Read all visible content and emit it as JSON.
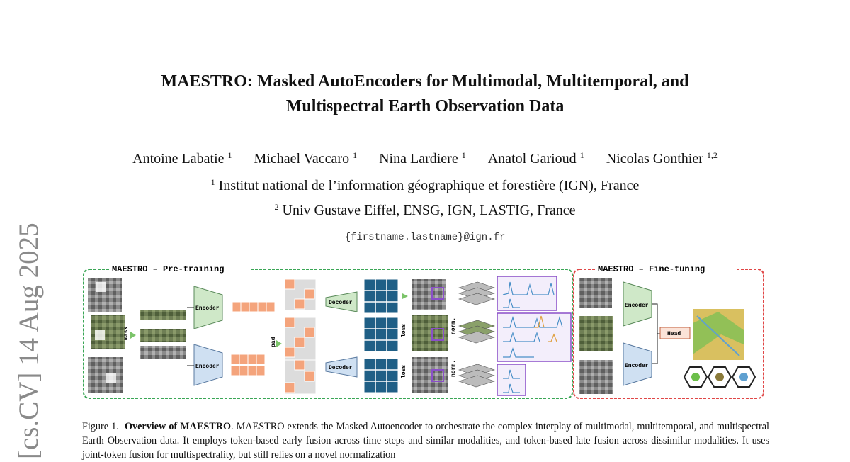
{
  "side_id": "[cs.CV]  14 Aug 2025",
  "title": {
    "line1": "MAESTRO: Masked AutoEncoders for Multimodal, Multitemporal, and",
    "line2": "Multispectral Earth Observation Data"
  },
  "authors": [
    {
      "name": "Antoine Labatie",
      "aff": "1"
    },
    {
      "name": "Michael Vaccaro",
      "aff": "1"
    },
    {
      "name": "Nina Lardiere",
      "aff": "1"
    },
    {
      "name": "Anatol Garioud",
      "aff": "1"
    },
    {
      "name": "Nicolas Gonthier",
      "aff": "1,2"
    }
  ],
  "affiliations": [
    {
      "num": "1",
      "text": "Institut national de l’information géographique et forestière (IGN), France"
    },
    {
      "num": "2",
      "text": "Univ Gustave Eiffel, ENSG, IGN, LASTIG, France"
    }
  ],
  "email": "{firstname.lastname}@ign.fr",
  "figure": {
    "pretrain_label": "MAESTRO – Pre-training",
    "finetune_label": "MAESTRO – Fine-tuning",
    "encoder": "Encoder",
    "decoder": "Decoder",
    "head": "Head",
    "mask": "mask",
    "pad": "pad",
    "loss": "loss",
    "norm": "norm.",
    "colors": {
      "pretrain_border": "#3aa655",
      "finetune_border": "#e04646",
      "encoder_fill": "#cfe8c8",
      "encoder_fill2": "#cfe0f2",
      "token": "#f4a47c",
      "decoder_out": "#1f5f86"
    }
  },
  "caption": {
    "prefix": "Figure 1.",
    "bold": "Overview of MAESTRO",
    "text": ". MAESTRO extends the Masked Autoencoder to orchestrate the complex interplay of multimodal, multitemporal, and multispectral Earth Observation data. It employs token-based early fusion across time steps and similar modalities, and token-based late fusion across dissimilar modalities. It uses joint-token fusion for multispectrality, but still relies on a novel normalization"
  }
}
